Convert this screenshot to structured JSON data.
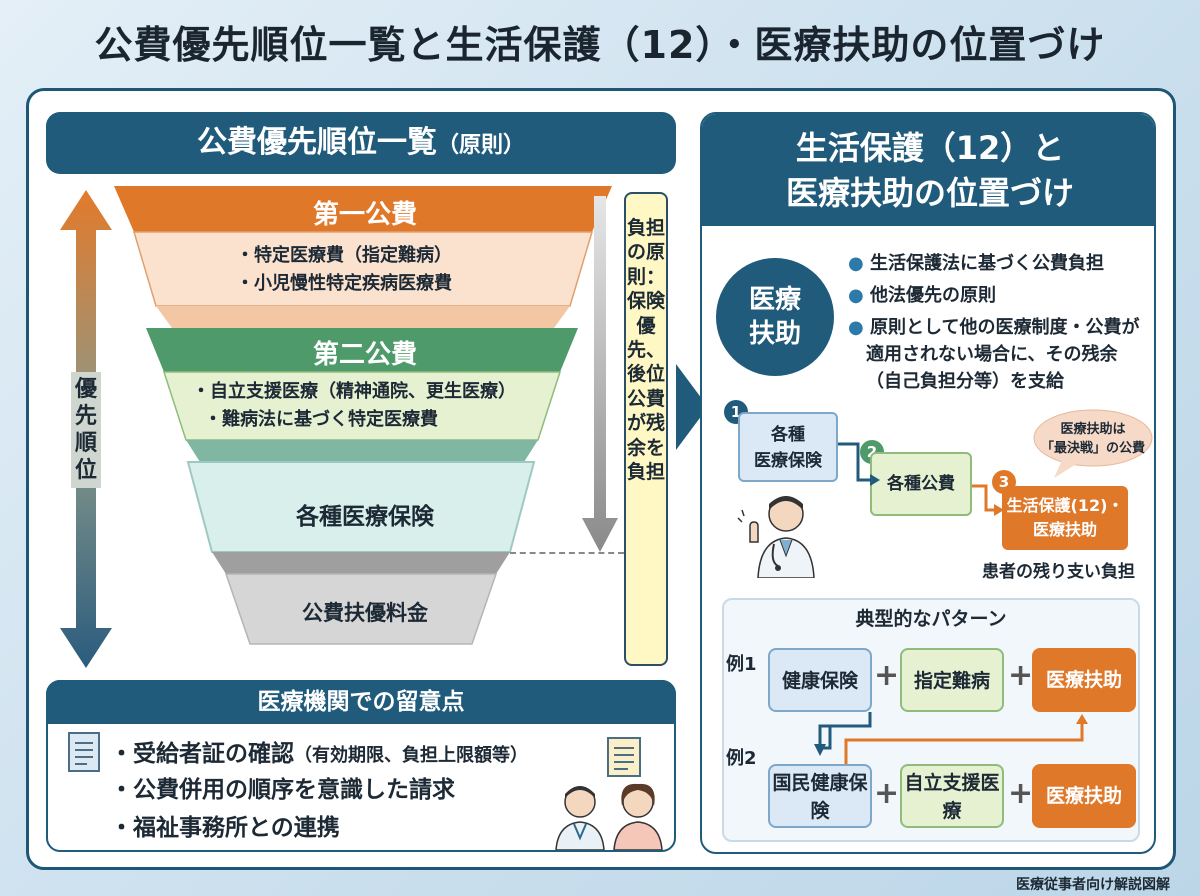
{
  "title": "公費優先順位一覧と生活保護（12）・医療扶助の位置づけ",
  "left": {
    "header": "公費優先順位一覧",
    "header_sub": "（原則）",
    "priority_label": "優先順位",
    "burden_note": "負担の原則：保険優先、後位公費が残余を負担",
    "tier1": {
      "label": "第一公費",
      "items": [
        "・特定医療費（指定難病）",
        "・小児慢性特定疾病医療費"
      ]
    },
    "tier2": {
      "label": "第二公費",
      "items": [
        "・自立支援医療（精神通院、更生医療）",
        "・難病法に基づく特定医療費"
      ]
    },
    "tier3": {
      "label": "各種医療保険"
    },
    "tier4": {
      "label": "公費扶優料金"
    }
  },
  "notes": {
    "header": "医療機関での留意点",
    "items": [
      {
        "text": "・受給者証の確認",
        "small": "（有効期限、負担上限額等）"
      },
      {
        "text": "・公費併用の順序を意識した請求",
        "small": ""
      },
      {
        "text": "・福祉事務所との連携",
        "small": ""
      }
    ]
  },
  "right": {
    "header_line1": "生活保護（12）と",
    "header_line2": "医療扶助の位置づけ",
    "circle_line1": "医療",
    "circle_line2": "扶助",
    "bullets": [
      "生活保護法に基づく公費負担",
      "他法優先の原則",
      "原則として他の医療制度・公費が適用されない場合に、その残余（自己負担分等）を支給"
    ],
    "steps": [
      {
        "num": "1",
        "label_line1": "各種",
        "label_line2": "医療保険"
      },
      {
        "num": "2",
        "label_line1": "各種公費",
        "label_line2": ""
      },
      {
        "num": "3",
        "label_line1": "生活保護(12)・",
        "label_line2": "医療扶助"
      }
    ],
    "bubble_line1": "医療扶助は",
    "bubble_line2": "「最決戦」の公費",
    "patient_note": "患者の残り支い負担",
    "pattern": {
      "header": "典型的なパターン",
      "ex1": {
        "label": "例1",
        "boxes": [
          "健康保険",
          "指定難病",
          "医療扶助"
        ]
      },
      "ex2": {
        "label": "例2",
        "boxes": [
          "国民健康保険",
          "自立支援医療",
          "医療扶助"
        ]
      }
    }
  },
  "footer": "医療従事者向け解説図解",
  "colors": {
    "navy": "#205b7c",
    "orange": "#e0782a",
    "green": "#4e9a6a",
    "teal": "#d9efec",
    "gray": "#d6d6d6",
    "note_yellow": "#fff7c4"
  }
}
